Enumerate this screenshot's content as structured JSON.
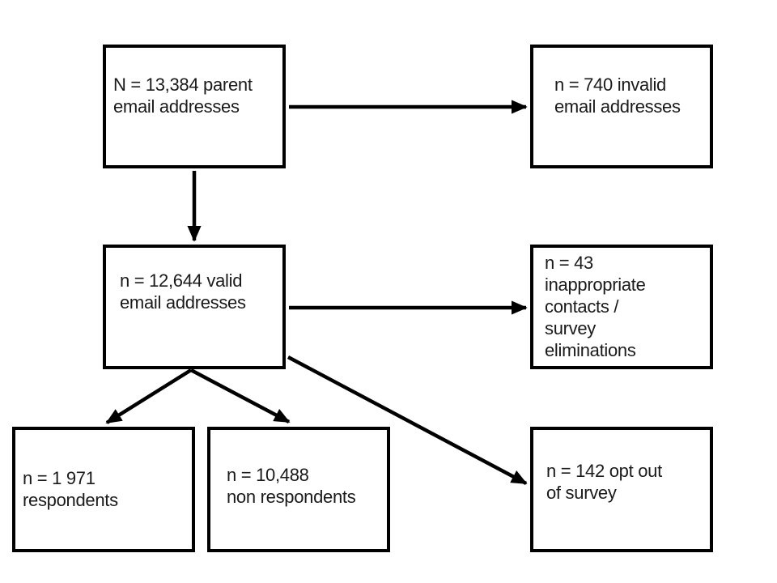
{
  "diagram": {
    "type": "flowchart",
    "colors": {
      "background": "#ffffff",
      "box_border": "#000000",
      "arrow": "#000000",
      "text": "#1a1a1a"
    },
    "nodes": {
      "parent_emails": {
        "label": "N = 13,384 parent\nemail addresses",
        "value": 13384
      },
      "invalid_emails": {
        "label": "n = 740 invalid\nemail addresses",
        "value": 740
      },
      "valid_emails": {
        "label": "n = 12,644 valid\nemail addresses",
        "value": 12644
      },
      "inappropriate_contacts": {
        "label": "n = 43\ninappropriate\ncontacts /\nsurvey\neliminations",
        "value": 43
      },
      "respondents": {
        "label": "n = 1 971\nrespondents",
        "value": 1971
      },
      "non_respondents": {
        "label": "n = 10,488\nnon respondents",
        "value": 10488
      },
      "opt_out": {
        "label": "n = 142 opt out\nof survey",
        "value": 142
      }
    },
    "edges": [
      {
        "from": "parent_emails",
        "to": "invalid_emails"
      },
      {
        "from": "parent_emails",
        "to": "valid_emails"
      },
      {
        "from": "valid_emails",
        "to": "inappropriate_contacts"
      },
      {
        "from": "valid_emails",
        "to": "respondents"
      },
      {
        "from": "valid_emails",
        "to": "non_respondents"
      },
      {
        "from": "valid_emails",
        "to": "opt_out"
      }
    ]
  }
}
